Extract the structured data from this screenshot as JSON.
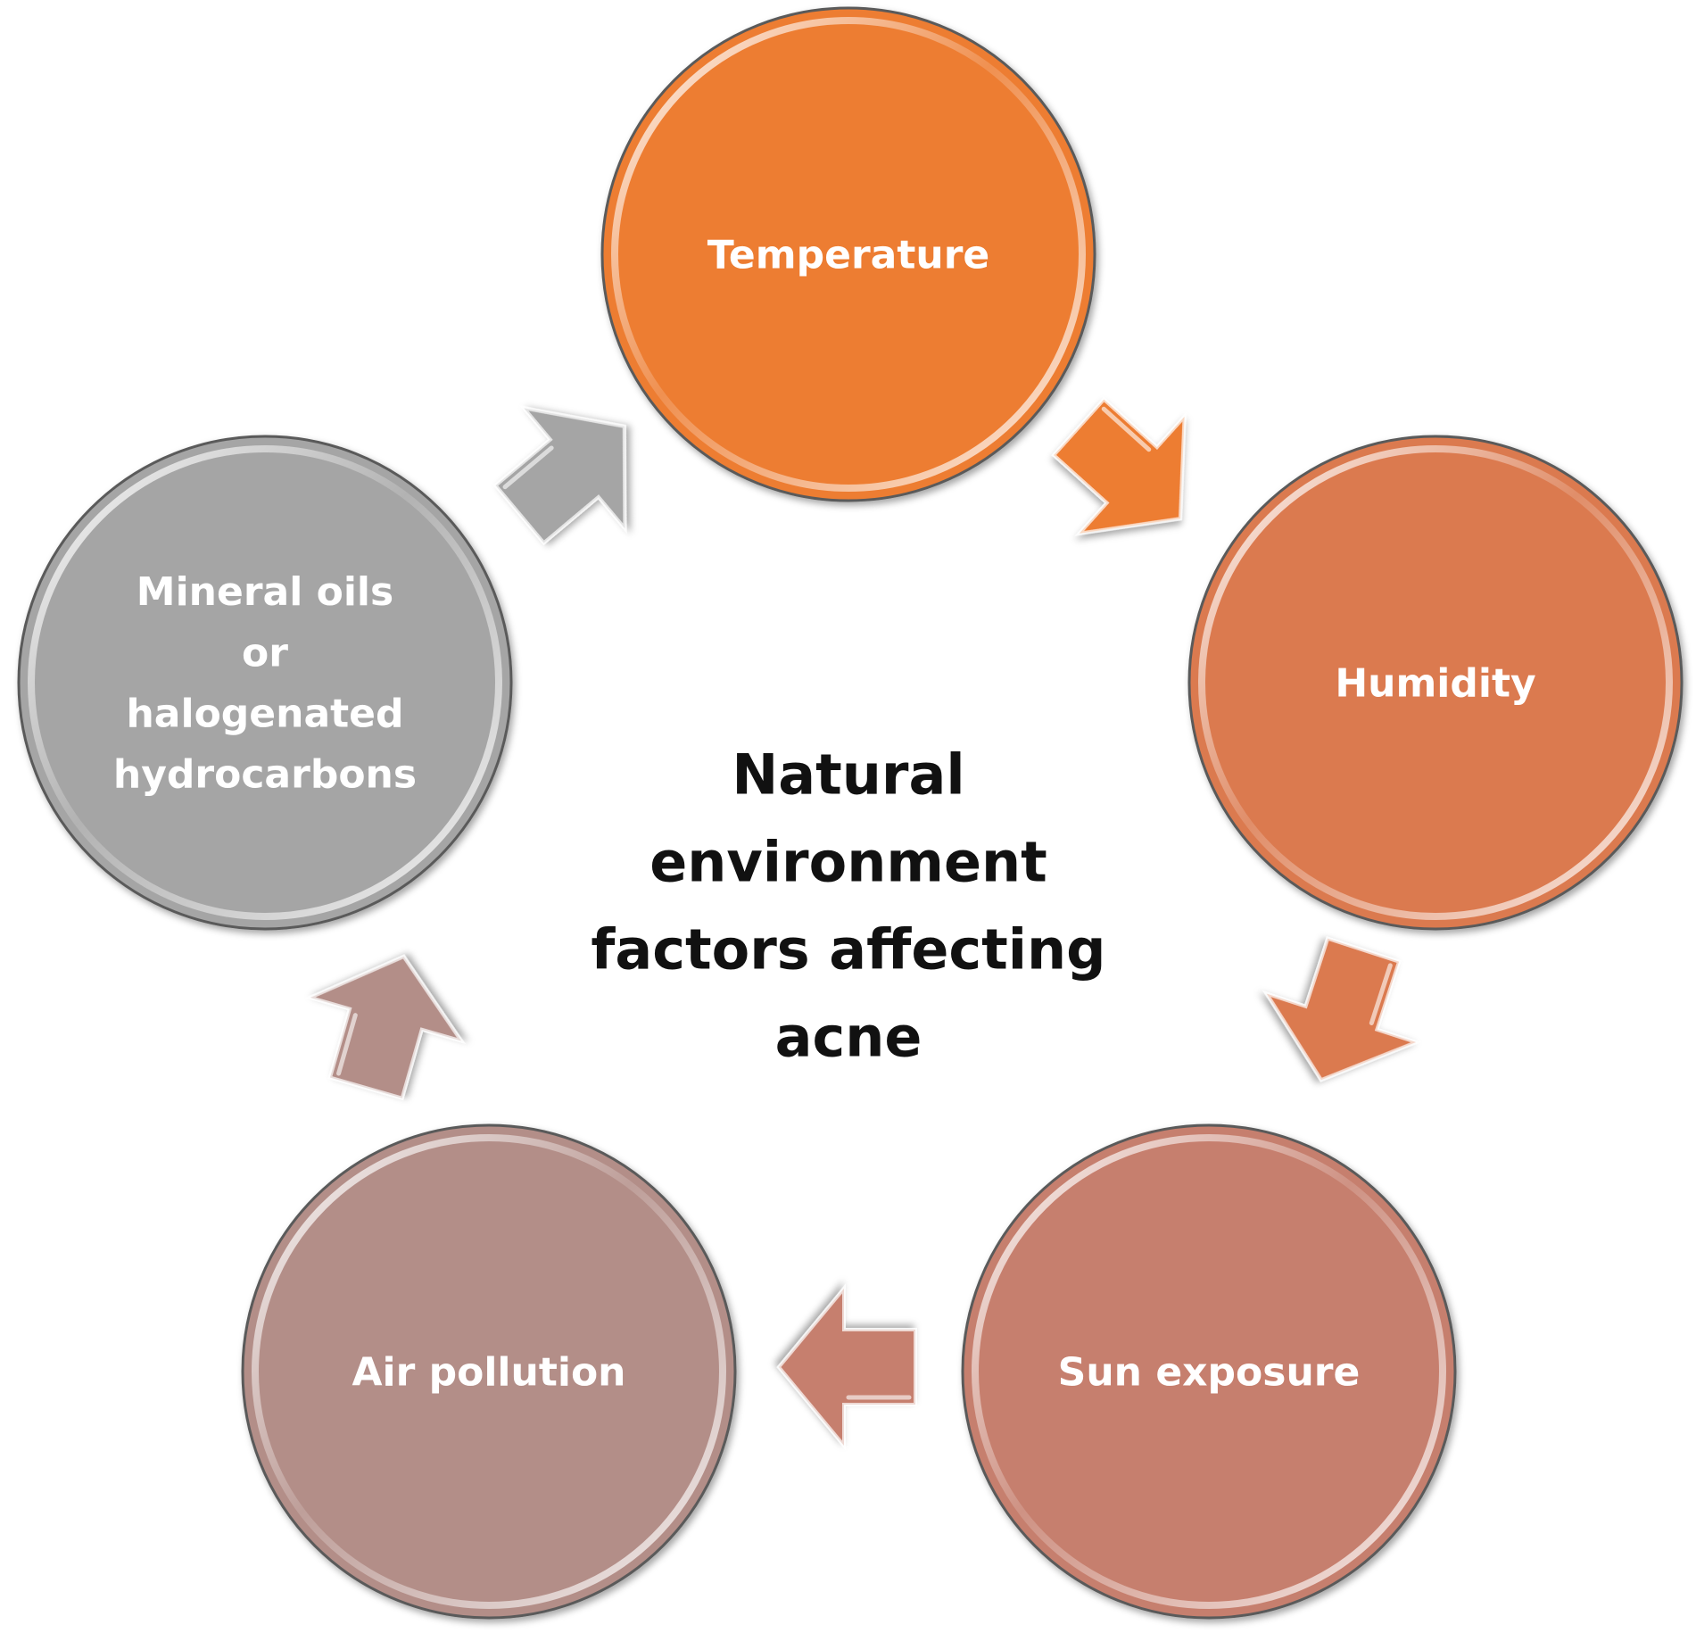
{
  "center": {
    "lines": [
      "Natural",
      "environment",
      "factors affecting",
      "acne"
    ]
  },
  "nodes": [
    {
      "id": "temperature",
      "lines": [
        "Temperature"
      ],
      "color": "#ED7D31"
    },
    {
      "id": "humidity",
      "lines": [
        "Humidity"
      ],
      "color": "#DB7A4F"
    },
    {
      "id": "sun-exposure",
      "lines": [
        "Sun exposure"
      ],
      "color": "#C67F6E"
    },
    {
      "id": "air-pollution",
      "lines": [
        "Air pollution"
      ],
      "color": "#B38E88"
    },
    {
      "id": "mineral-oils",
      "lines": [
        "Mineral oils",
        "or",
        "halogenated",
        "hydrocarbons"
      ],
      "color": "#A5A5A5"
    }
  ],
  "arrows": [
    {
      "id": "temperature-to-humidity",
      "color": "#ED7D31"
    },
    {
      "id": "humidity-to-sun-exposure",
      "color": "#DB7A4F"
    },
    {
      "id": "sun-exposure-to-air-pollution",
      "color": "#C67F6E"
    },
    {
      "id": "air-pollution-to-mineral-oils",
      "color": "#B38E88"
    },
    {
      "id": "mineral-oils-to-temperature",
      "color": "#A5A5A5"
    }
  ]
}
